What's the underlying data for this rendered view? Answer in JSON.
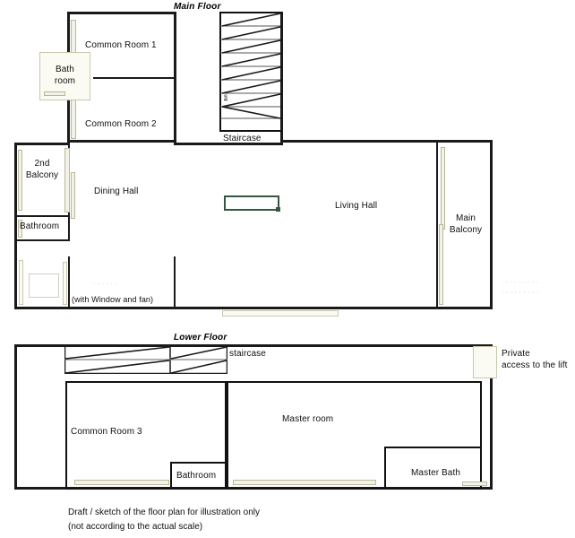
{
  "document": {
    "type": "floor-plan-sketch",
    "caption": "Draft / sketch of the floor plan for illustration only\n(not according to the actual scale)"
  },
  "floors": [
    {
      "id": "main-floor",
      "title": "Main Floor",
      "rooms": [
        {
          "id": "common-room-1",
          "label": "Common Room 1"
        },
        {
          "id": "common-room-2",
          "label": "Common Room 2"
        },
        {
          "id": "bath-room",
          "label": "Bath\nroom"
        },
        {
          "id": "staircase",
          "label": "Staircase"
        },
        {
          "id": "second-balcony",
          "label": "2nd\nBalcony"
        },
        {
          "id": "bathroom",
          "label": "Bathroom"
        },
        {
          "id": "dining-hall",
          "label": "Dining Hall"
        },
        {
          "id": "living-hall",
          "label": "Living Hall"
        },
        {
          "id": "main-balcony",
          "label": "Main\nBalcony"
        }
      ],
      "annotations": [
        {
          "id": "window-and-fan-note",
          "label": "(with Window and fan)"
        },
        {
          "id": "stair-direction-mark",
          "label": "s"
        }
      ]
    },
    {
      "id": "lower-floor",
      "title": "Lower Floor",
      "rooms": [
        {
          "id": "lower-staircase",
          "label": "staircase"
        },
        {
          "id": "common-room-3",
          "label": "Common Room 3"
        },
        {
          "id": "lower-bathroom",
          "label": "Bathroom"
        },
        {
          "id": "master-room",
          "label": "Master room"
        },
        {
          "id": "master-bath",
          "label": "Master Bath"
        }
      ],
      "annotations": [
        {
          "id": "lift-access-note",
          "label": "Private\naccess to the lift"
        }
      ]
    }
  ],
  "colors": {
    "wall": "#111111",
    "window_fill": "#f3f2e6",
    "window_stroke": "#b9b79a",
    "furniture_green": "#35573f",
    "background": "#ffffff"
  }
}
